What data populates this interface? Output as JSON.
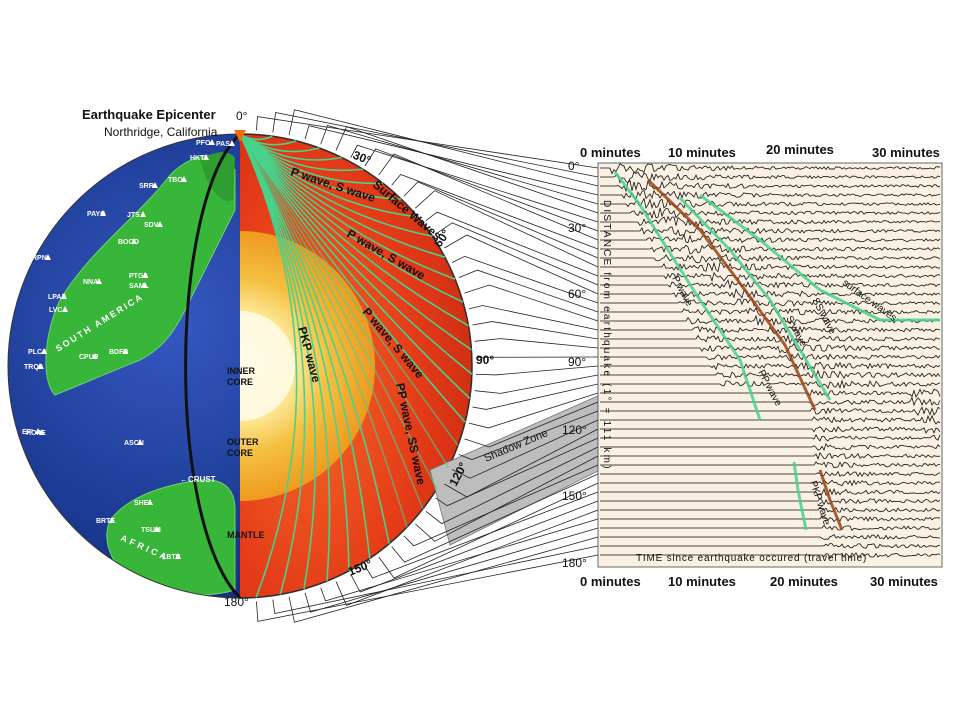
{
  "epicenter": {
    "title": "Earthquake Epicenter",
    "location": "Northridge, California"
  },
  "globe": {
    "angle_labels": [
      "0°",
      "30°",
      "60°",
      "90°",
      "120°",
      "150°",
      "180°"
    ],
    "layers": {
      "inner": "INNER\nCORE",
      "outer": "OUTER\nCORE",
      "mantle": "MANTLE",
      "crust": "CRUST"
    },
    "continents": [
      "SOUTH AMERICA",
      "AFRICA"
    ],
    "stations": [
      "PAS",
      "PFO",
      "SRR",
      "HKT",
      "TBO",
      "PAYG",
      "JTS",
      "SDV",
      "BOCO",
      "RPN",
      "NNA",
      "PTGA",
      "SAML",
      "LPAZ",
      "LVC",
      "PLCA",
      "CPUP",
      "BDFB",
      "TRQA",
      "EFI",
      "HOPE",
      "ASCN",
      "SHEL",
      "TSUM",
      "BRTE",
      "LBTB"
    ],
    "wave_labels": [
      "P wave, S wave",
      "Surface Waves",
      "P wave, S wave",
      "P wave, S wave",
      "PKP wave",
      "PP wave, SS wave"
    ],
    "shadow_zone": "Shadow Zone"
  },
  "seismogram": {
    "time_labels": [
      "0 minutes",
      "10 minutes",
      "20 minutes",
      "30 minutes"
    ],
    "distance_labels": [
      "0°",
      "30°",
      "60°",
      "90°",
      "120°",
      "150°",
      "180°"
    ],
    "axis_label": "DISTANCE from earthquake (1° = 111 km)",
    "time_axis_label": "TIME since earthquake occured (travel time)",
    "phase_labels": [
      "P wave",
      "S wave",
      "PP wave",
      "SS wave",
      "surface waves",
      "PKP wave"
    ]
  },
  "colors": {
    "ocean": "#1f3f9a",
    "land": "#37b83a",
    "mantle": "#e4341a",
    "outer_core": "#f0a623",
    "inner_core": "#fff4b8",
    "ray": "#48d28a",
    "shadow": "#bdbdbd",
    "panel_bg": "#fbf0e4",
    "brown_trace": "#9a4412"
  }
}
